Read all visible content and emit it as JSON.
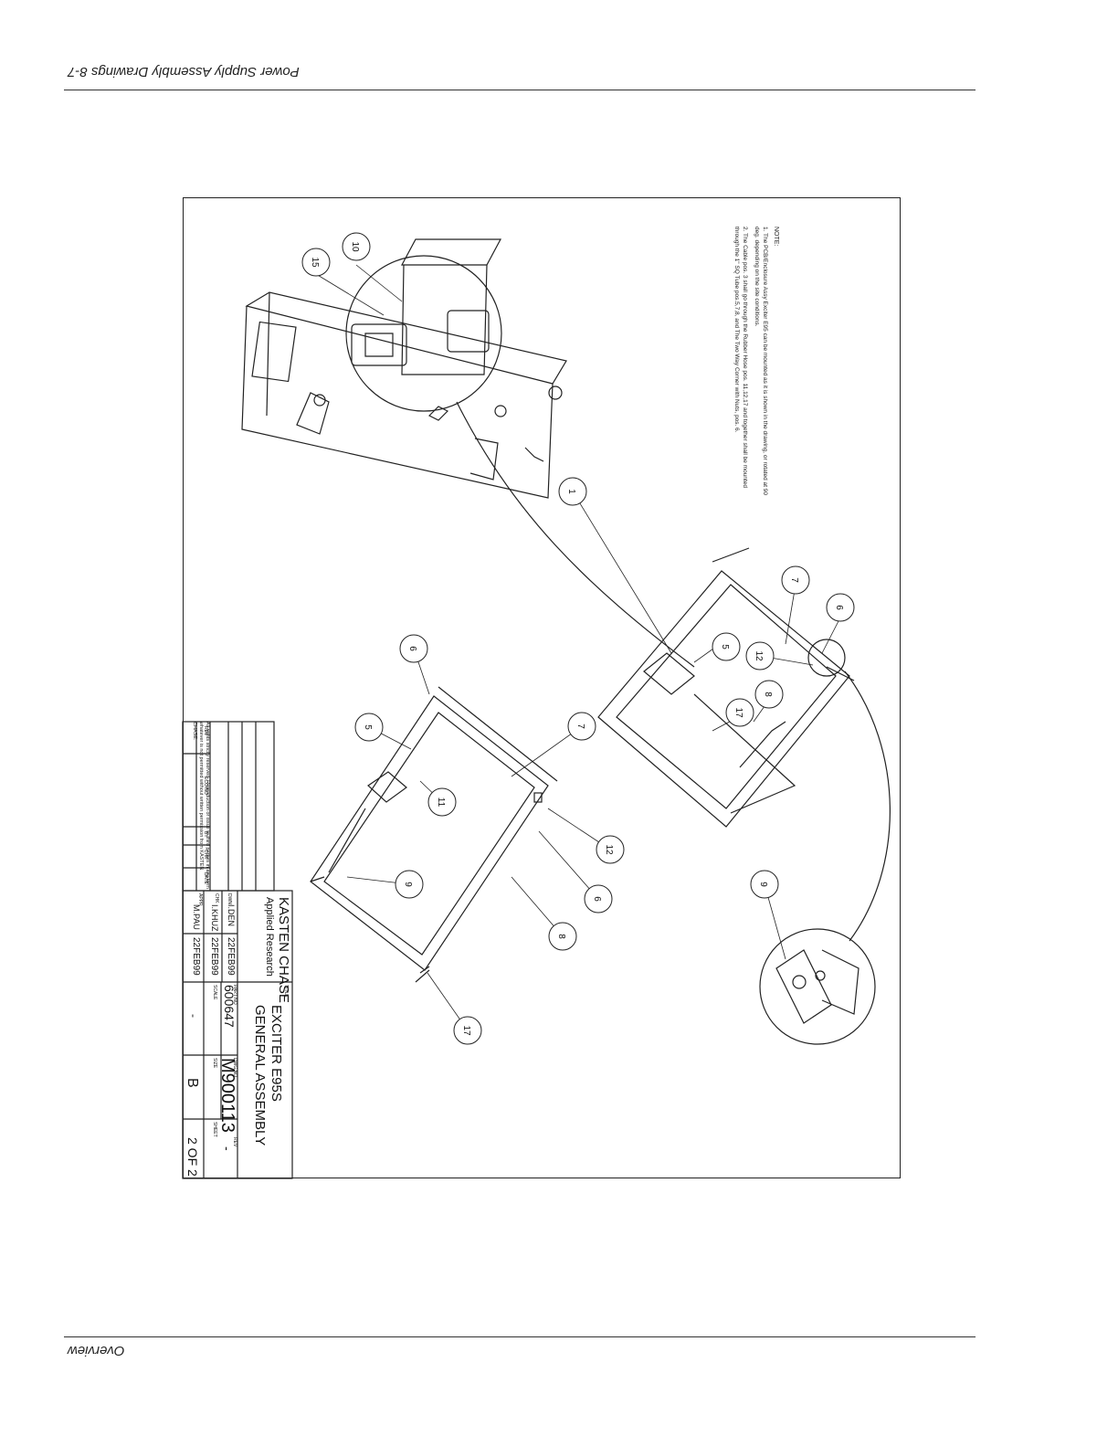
{
  "header": {
    "running_title": "Power Supply Assembly Drawings 8-7",
    "footer_label": "Overview"
  },
  "notes": {
    "heading": "NOTE:",
    "note1": "1. The PCB/Enclosure Assy Exciter E95 can be mounted as it is shown in the drawing, or rotated at 90 deg. depending on the site conditions.",
    "note2": "2. The Cable pos. 3 shall go through the Rubber Hose pos. 11,12,17 and together shall be mounted through the 1\" SQ Tube pos.5,7,8, and The Two Way Corner with Nuts, pos. 6."
  },
  "title_block": {
    "company": "KASTEN CHASE",
    "company_sub": "Applied Research",
    "title_label": "TITLE",
    "title_line1": "EXCITER E95S",
    "title_line2": "GENERAL ASSEMBLY",
    "part_no_label": "PART NO",
    "part_no": "600647",
    "dwg_no_label": "DWG NO",
    "dwg_no": "M900113",
    "rev_label": "REV",
    "rev": "-",
    "scale_label": "SCALE",
    "scale": "-",
    "size_label": "SIZE",
    "size": "B",
    "sheet_label": "SHEET",
    "sheet": "2 OF 2",
    "dwn_label": "DWN",
    "dwn_name": "I.DEN",
    "dwn_date": "22FEB99",
    "chk_label": "CHK",
    "chk_name": "I.KHUZ",
    "chk_date": "22FEB99",
    "appr_label": "APPR",
    "appr_name": "M.PAU",
    "appr_date": "22FEB99",
    "rev_table_cols": [
      "REV",
      "ECO NO",
      "BY",
      "CHK",
      "DATE"
    ],
    "rights": "All rights strictly reserved. Reproduction or issue to third parties in any form whatever is not permitted without written permission from KASTEN CHASE."
  },
  "callouts": [
    "10",
    "15",
    "1",
    "7",
    "6",
    "5",
    "12",
    "8",
    "17",
    "6",
    "5",
    "7",
    "11",
    "12",
    "6",
    "9",
    "8",
    "17",
    "9"
  ]
}
